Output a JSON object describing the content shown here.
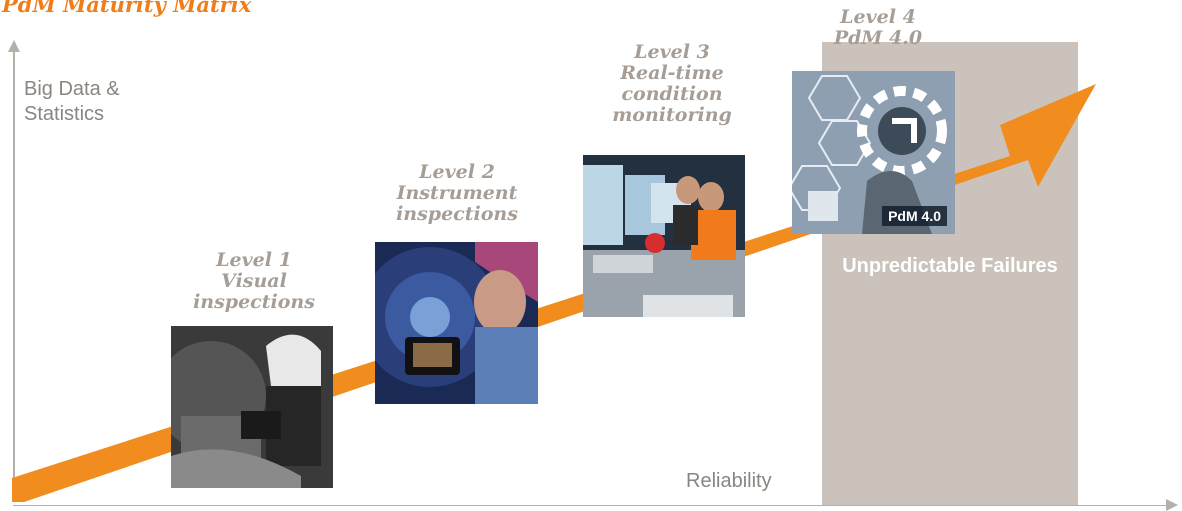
{
  "diagram": {
    "title": "PdM Maturity Matrix",
    "y_axis_label": "Big Data & Statistics",
    "x_axis_label": "Reliability",
    "highlight_region_label": "Unpredictable Failures",
    "levels": [
      {
        "title": "Level 1",
        "subtitle": "Visual inspections",
        "image": "visual-inspection-photo"
      },
      {
        "title": "Level 2",
        "subtitle": "Instrument inspections",
        "image": "instrument-inspection-photo"
      },
      {
        "title": "Level 3",
        "subtitle": "Real-time condition monitoring",
        "image": "control-room-photo"
      },
      {
        "title": "Level 4",
        "subtitle": "PdM 4.0",
        "image": "pdm-4-graphic"
      }
    ],
    "pdm_badge": "PdM 4.0",
    "colors": {
      "arrow": "#f18c1f",
      "title": "#ee7d1a",
      "levels": "#a69e96",
      "panel": "#cbc3bb",
      "axis": "#b5b0aa"
    }
  }
}
